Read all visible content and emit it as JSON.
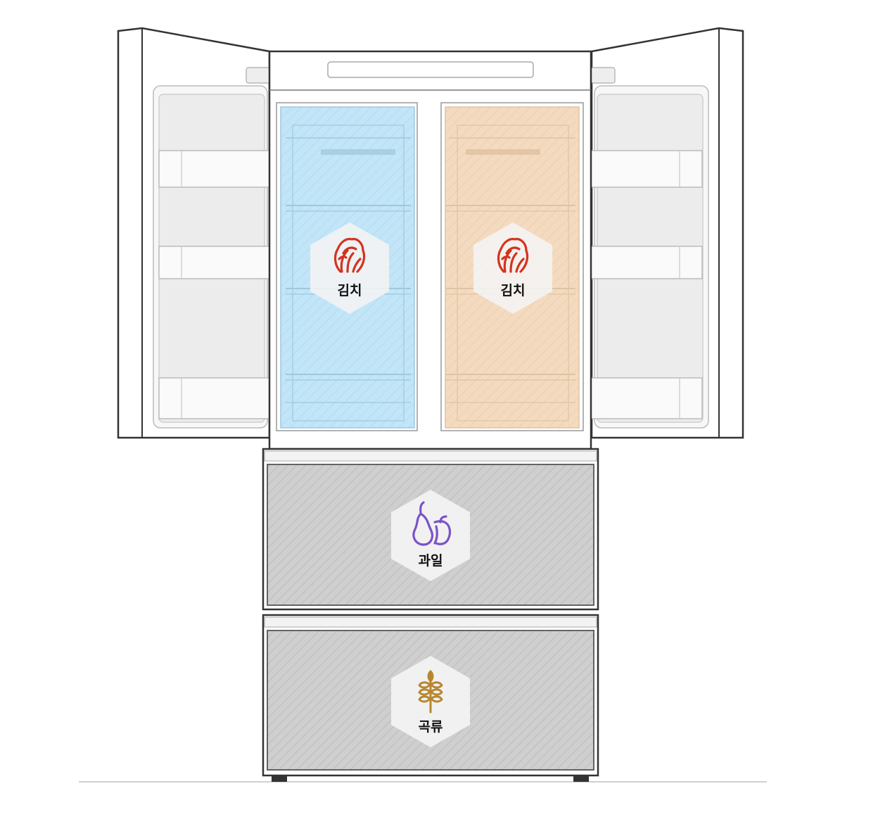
{
  "zones": {
    "left_compartment": {
      "label": "김치",
      "icon": "cabbage-icon",
      "tint": "#bfe4f8"
    },
    "right_compartment": {
      "label": "김치",
      "icon": "cabbage-icon",
      "tint": "#f3d9bd"
    },
    "upper_drawer": {
      "label": "과일",
      "icon": "fruit-icon",
      "tint": "#cfcfcf"
    },
    "lower_drawer": {
      "label": "곡류",
      "icon": "grain-icon",
      "tint": "#cfcfcf"
    }
  },
  "colors": {
    "outline": "#333333",
    "kimchi_icon": "#d4331f",
    "fruit_icon": "#7b52c9",
    "grain_icon": "#b8862f",
    "badge": "#f4f4f4"
  }
}
